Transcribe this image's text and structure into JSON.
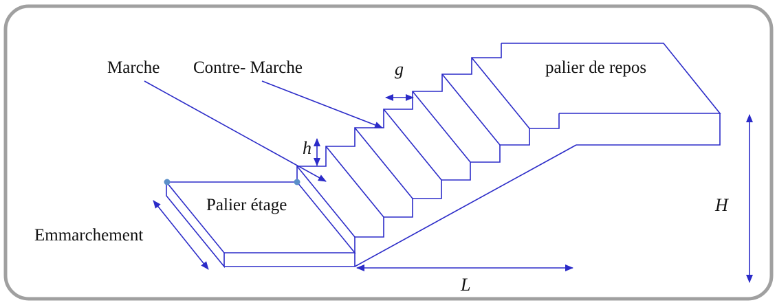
{
  "labels": {
    "marche": "Marche",
    "contre_marche": "Contre- Marche",
    "g": "g",
    "palier_de_repos": "palier de repos",
    "h": "h",
    "palier_etage": "Palier étage",
    "emmarchement": "Emmarchement",
    "H": "H",
    "L": "L"
  },
  "colors": {
    "line": "#2b2bc8",
    "frame": "#9a9a9a",
    "dot": "#5b8fc9"
  }
}
